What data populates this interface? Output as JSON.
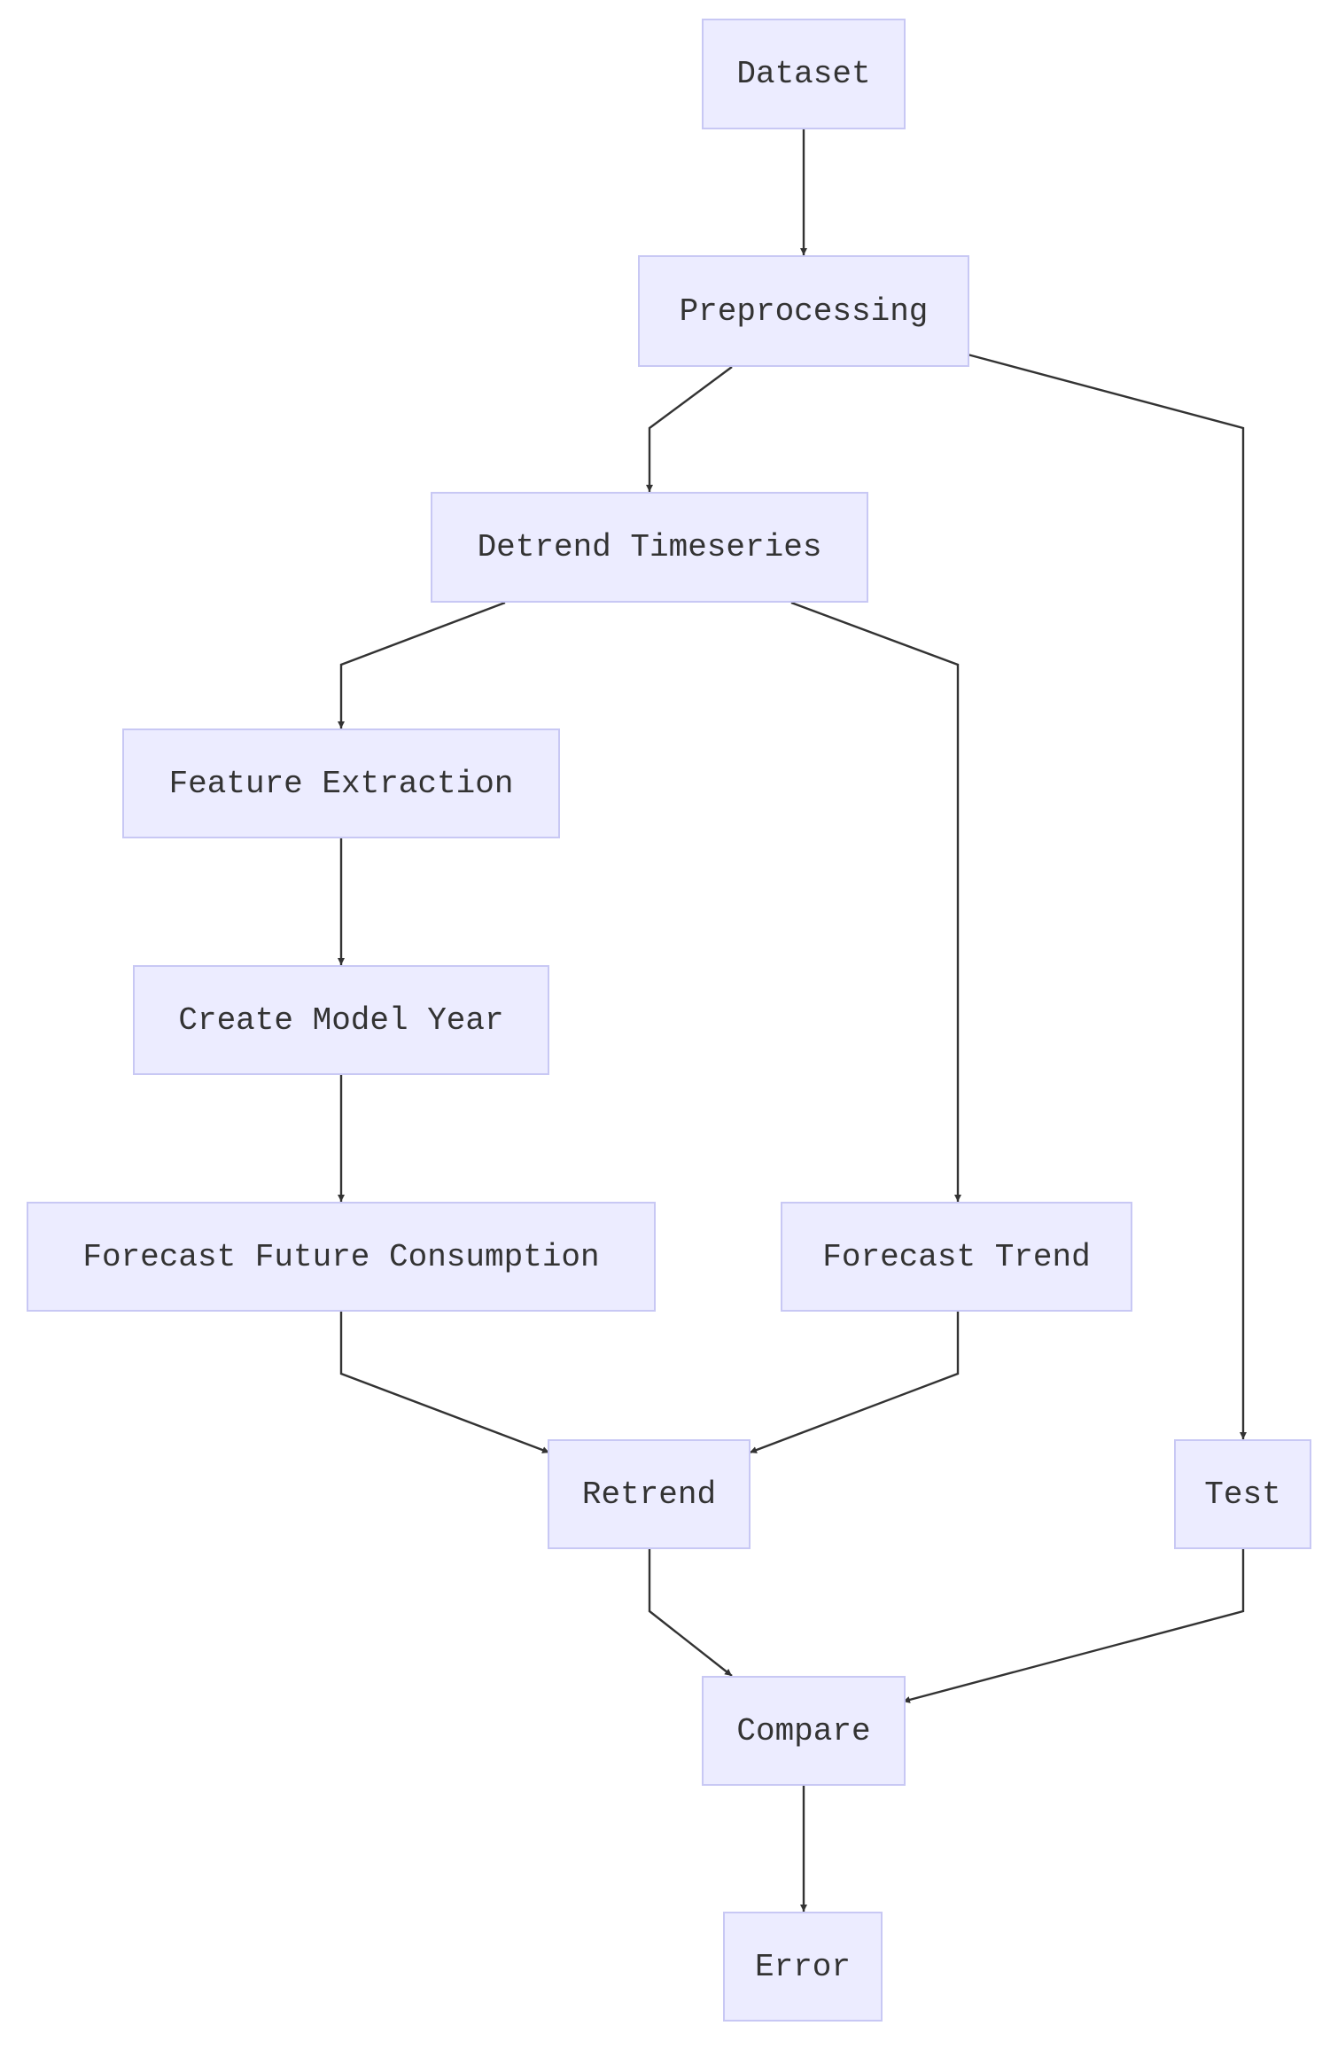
{
  "nodes": {
    "dataset": "Dataset",
    "preprocessing": "Preprocessing",
    "detrend": "Detrend Timeseries",
    "feature_extraction": "Feature Extraction",
    "create_model_year": "Create Model Year",
    "forecast_future": "Forecast Future Consumption",
    "forecast_trend": "Forecast Trend",
    "retrend": "Retrend",
    "test": "Test",
    "compare": "Compare",
    "error": "Error"
  },
  "edges": [
    {
      "from": "Dataset",
      "to": "Preprocessing"
    },
    {
      "from": "Preprocessing",
      "to": "Detrend Timeseries"
    },
    {
      "from": "Preprocessing",
      "to": "Test"
    },
    {
      "from": "Detrend Timeseries",
      "to": "Feature Extraction"
    },
    {
      "from": "Detrend Timeseries",
      "to": "Forecast Trend"
    },
    {
      "from": "Feature Extraction",
      "to": "Create Model Year"
    },
    {
      "from": "Create Model Year",
      "to": "Forecast Future Consumption"
    },
    {
      "from": "Forecast Future Consumption",
      "to": "Retrend"
    },
    {
      "from": "Forecast Trend",
      "to": "Retrend"
    },
    {
      "from": "Retrend",
      "to": "Compare"
    },
    {
      "from": "Test",
      "to": "Compare"
    },
    {
      "from": "Compare",
      "to": "Error"
    }
  ],
  "colors": {
    "node_fill": "#ececff",
    "node_border": "#c8c8f4",
    "text": "#333333",
    "edge": "#333333"
  }
}
